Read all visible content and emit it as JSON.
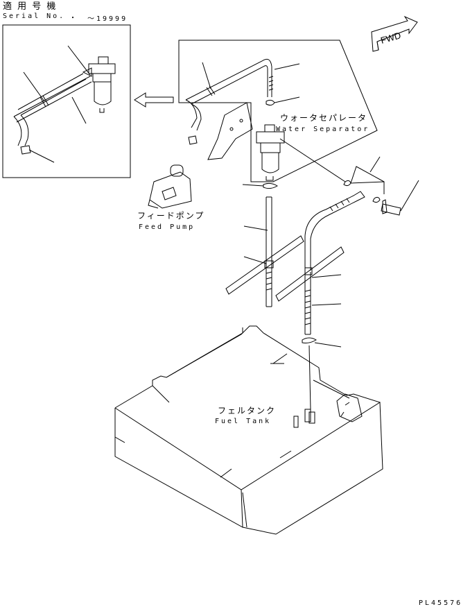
{
  "header": {
    "applicable_label_jp": "適 用 号 機",
    "serial_label": "Serial No.",
    "serial_dot": "・",
    "serial_range": "〜19999"
  },
  "labels": {
    "water_separator_jp": "ウォータセパレータ",
    "water_separator_en": "Water Separator",
    "feed_pump_jp": "フィードポンプ",
    "feed_pump_en": "Feed Pump",
    "fuel_tank_jp": "フェルタンク",
    "fuel_tank_en": "Fuel Tank",
    "fwd": "FWD"
  },
  "footer": {
    "drawing_number": "PL45576"
  }
}
